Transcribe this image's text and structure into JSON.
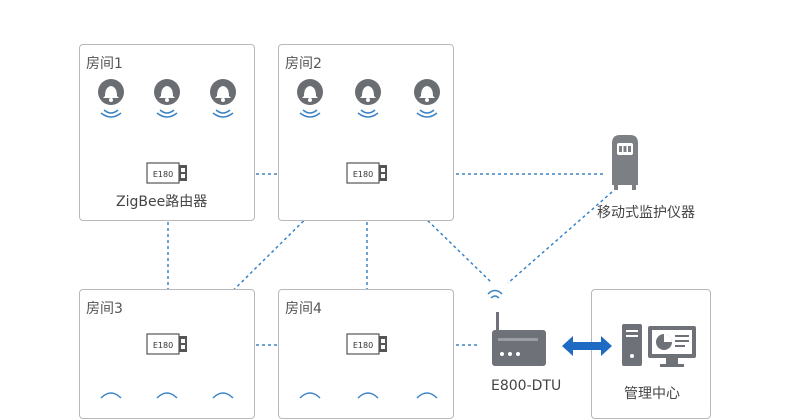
{
  "rooms": [
    {
      "title": "房间1"
    },
    {
      "title": "房间2"
    },
    {
      "title": "房间3"
    },
    {
      "title": "房间4"
    },
    {
      "title": ""
    }
  ],
  "router_tag": "E180",
  "router_caption": "ZigBee路由器",
  "monitor_caption": "移动式监护仪器",
  "dtu_caption": "E800-DTU",
  "center_caption": "管理中心",
  "colors": {
    "bell": "#6a6d72",
    "line": "#3b83c5",
    "arrow": "#1f6ac2",
    "border": "#b9b9b9",
    "device": "#7c7f84",
    "computer": "#6e7177"
  },
  "icons": {
    "bell": "bell-icon",
    "router": "router-icon",
    "monitor": "monitor-device-icon",
    "dtu": "dtu-icon",
    "computer": "computer-icon",
    "arrow": "double-arrow-icon",
    "signal": "signal-icon"
  }
}
